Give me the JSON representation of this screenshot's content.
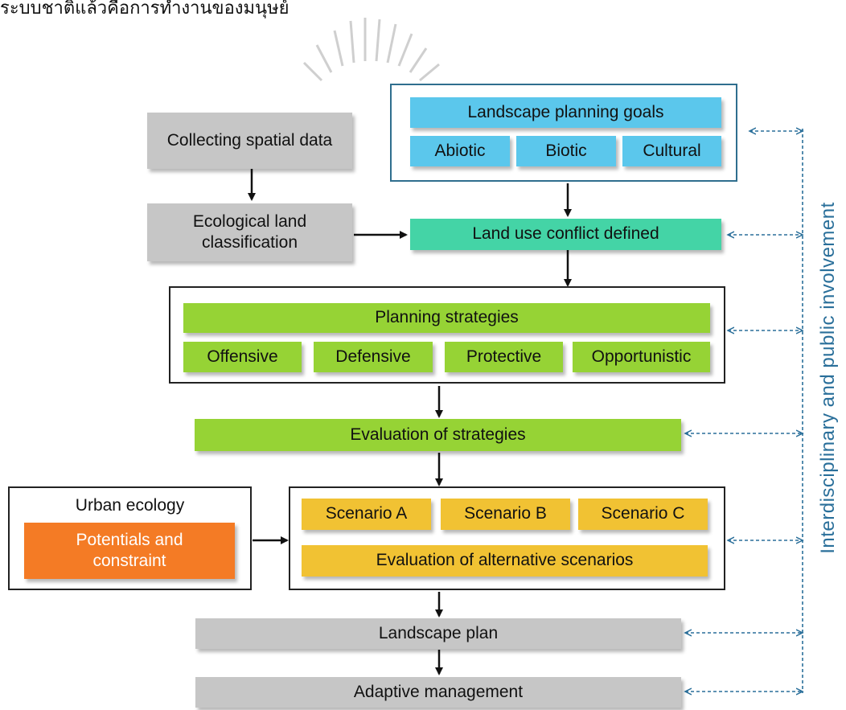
{
  "header_text": "ระบบชาติแล้วคือการทำงานของมนุษย์",
  "goals": {
    "title": "Landscape planning goals",
    "items": [
      "Abiotic",
      "Biotic",
      "Cultural"
    ]
  },
  "collecting": "Collecting spatial data",
  "ecological": "Ecological land classification",
  "conflict": "Land use conflict defined",
  "strategies": {
    "title": "Planning strategies",
    "items": [
      "Offensive",
      "Defensive",
      "Protective",
      "Opportunistic"
    ]
  },
  "evaluation_strategies": "Evaluation of strategies",
  "urban": {
    "title": "Urban ecology",
    "potentials": "Potentials and constraint"
  },
  "scenarios": {
    "items": [
      "Scenario A",
      "Scenario B",
      "Scenario C"
    ],
    "evaluation": "Evaluation of alternative scenarios"
  },
  "landscape_plan": "Landscape plan",
  "adaptive": "Adaptive management",
  "side_label": "Interdisciplinary and public involvement",
  "colors": {
    "gray": "#c6c6c6",
    "blue": "#5bc7ec",
    "teal": "#44d4a6",
    "lime": "#96d335",
    "yellow": "#f1c233",
    "orange": "#f47b25",
    "frame_blue": "#2f6e8e",
    "dashed": "#2a6f9a"
  }
}
